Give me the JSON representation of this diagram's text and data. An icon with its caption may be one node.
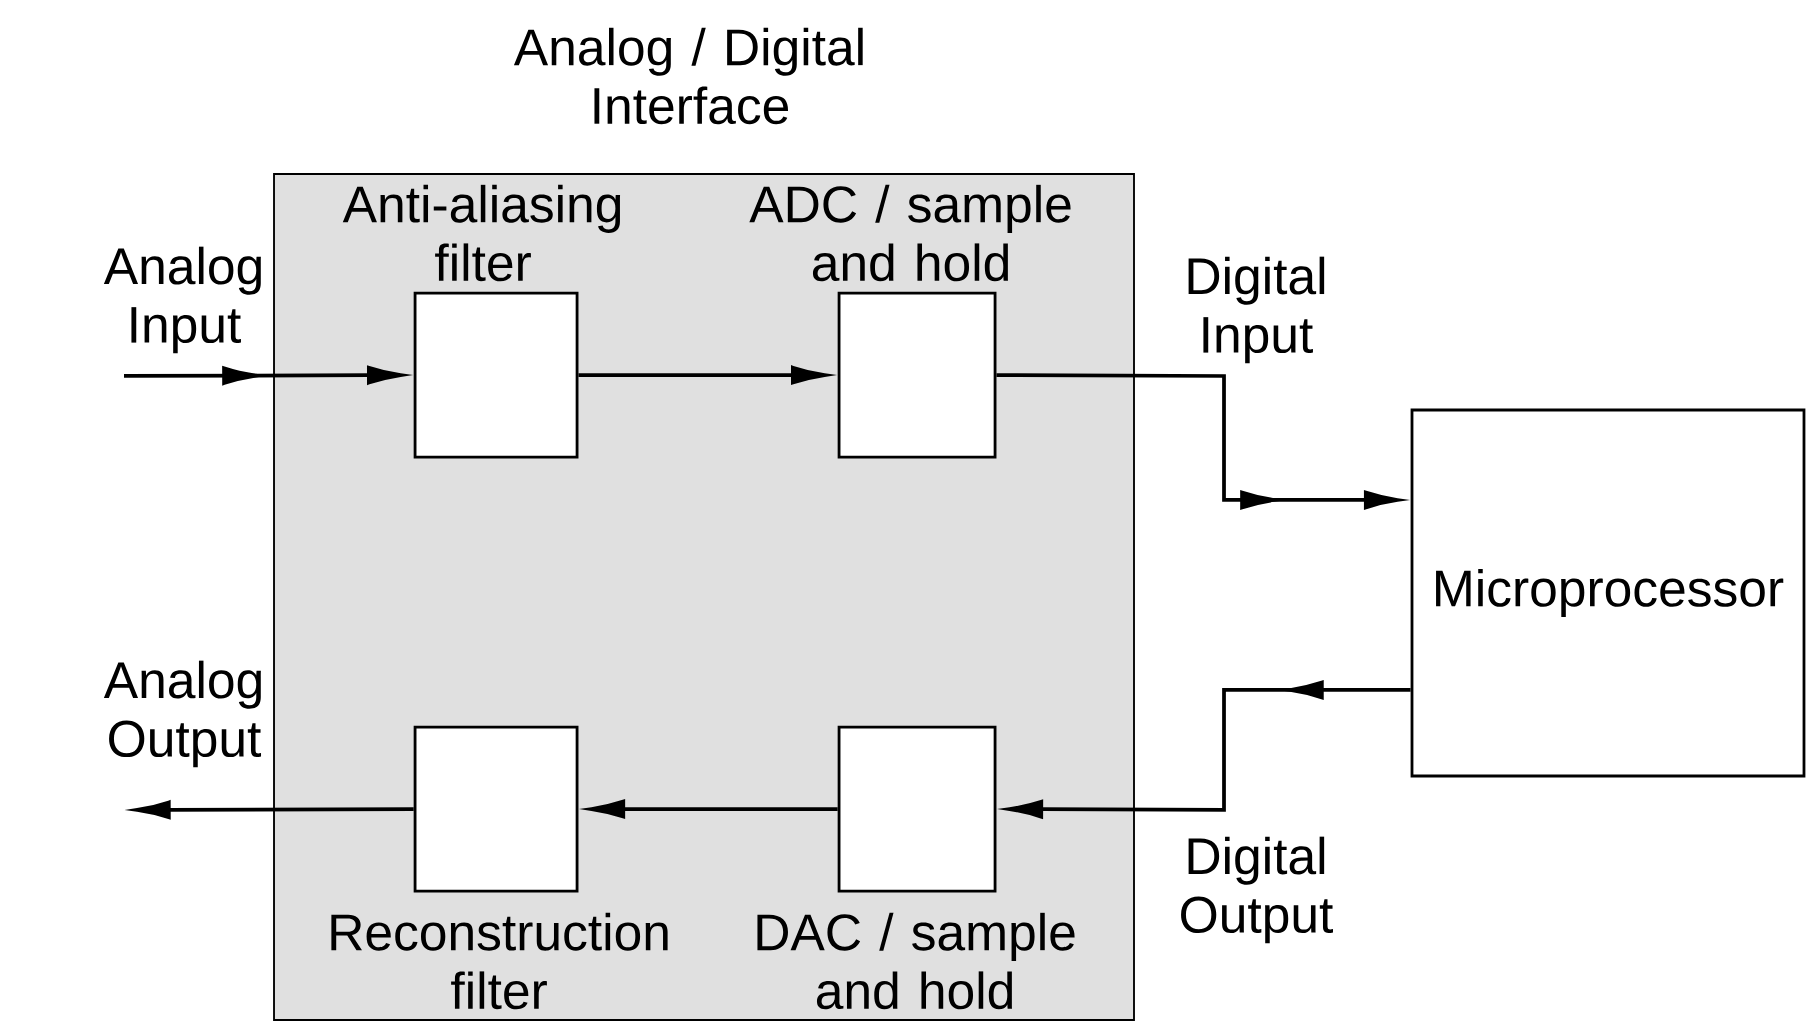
{
  "diagram": {
    "nodes": [
      {
        "text": [
          "Analog / Digital Interface"
        ]
      },
      {
        "text": [
          "Anti-aliasing filter"
        ],
        "in": 0
      },
      {
        "text": [
          "ADC / sample and hold"
        ],
        "in": 0
      },
      {
        "text": [
          "Reconstruction filter"
        ],
        "in": 0
      },
      {
        "text": [
          "DAC / sample and hold"
        ],
        "in": 0
      },
      {
        "text": [
          "Microprocessor"
        ]
      }
    ],
    "edges": [
      {
        "from": null,
        "to": 1,
        "arrow": "to",
        "label": "Analog Input"
      },
      {
        "from": 1,
        "to": 2,
        "arrow": "to"
      },
      {
        "from": 2,
        "to": 5,
        "arrow": "to",
        "label": "Digital Input"
      },
      {
        "from": 5,
        "to": 4,
        "arrow": "to",
        "label": "Digital Output"
      },
      {
        "from": 4,
        "to": 3,
        "arrow": "to"
      },
      {
        "from": 3,
        "to": null,
        "arrow": "to",
        "label": "Analog Output"
      }
    ]
  }
}
